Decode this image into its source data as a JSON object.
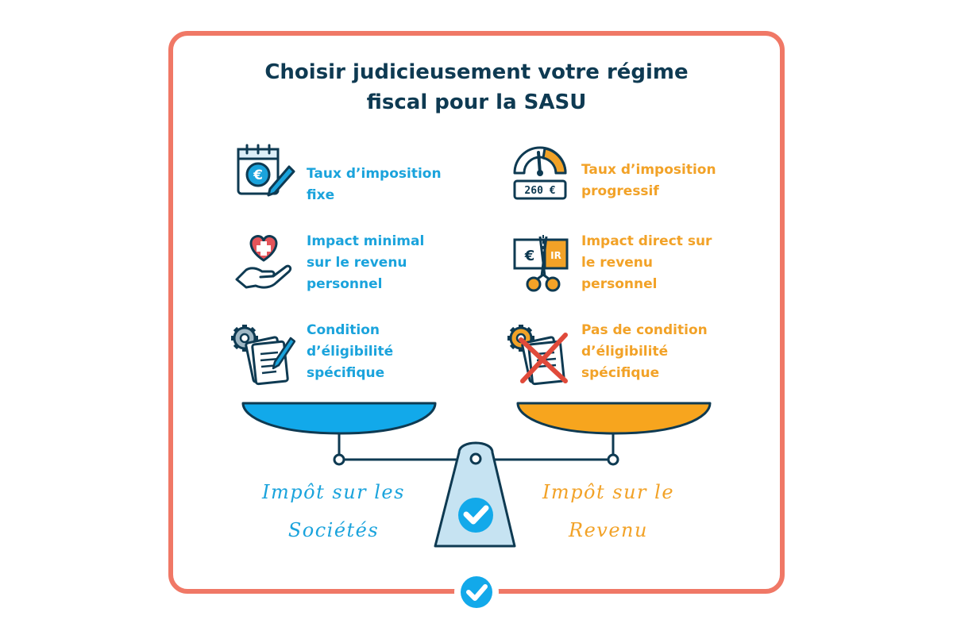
{
  "title": {
    "line1": "Choisir judicieusement votre régime",
    "line2": "fiscal pour la SASU"
  },
  "left_items": [
    {
      "icon": "calendar-euro-icon",
      "lines": [
        "Taux d’imposition",
        "fixe"
      ]
    },
    {
      "icon": "hand-heart-icon",
      "lines": [
        "Impact minimal",
        "sur le revenu",
        "personnel"
      ]
    },
    {
      "icon": "gear-document-icon",
      "lines": [
        "Condition",
        "d’éligibilité",
        "spécifique"
      ]
    }
  ],
  "right_items": [
    {
      "icon": "gauge-meter-icon",
      "gauge_value": "260 €",
      "lines": [
        "Taux d’imposition",
        "progressif"
      ]
    },
    {
      "icon": "scissors-ticket-icon",
      "ticket_label": "IR",
      "lines": [
        "Impact direct sur",
        "le revenu",
        "personnel"
      ]
    },
    {
      "icon": "crossed-document-icon",
      "lines": [
        "Pas de condition",
        "d’éligibilité",
        "spécifique"
      ]
    }
  ],
  "scale": {
    "left_label": [
      "Impôt sur les",
      "Sociétés"
    ],
    "right_label": [
      "Impôt sur le",
      "Revenu"
    ]
  },
  "colors": {
    "frame": "#F07866",
    "title": "#0E3A52",
    "left_accent": "#1AA3DC",
    "right_accent": "#F2A227",
    "pan_left": "#12A9EA",
    "pan_right": "#F7A51E",
    "weight": "#C6E3F2"
  }
}
